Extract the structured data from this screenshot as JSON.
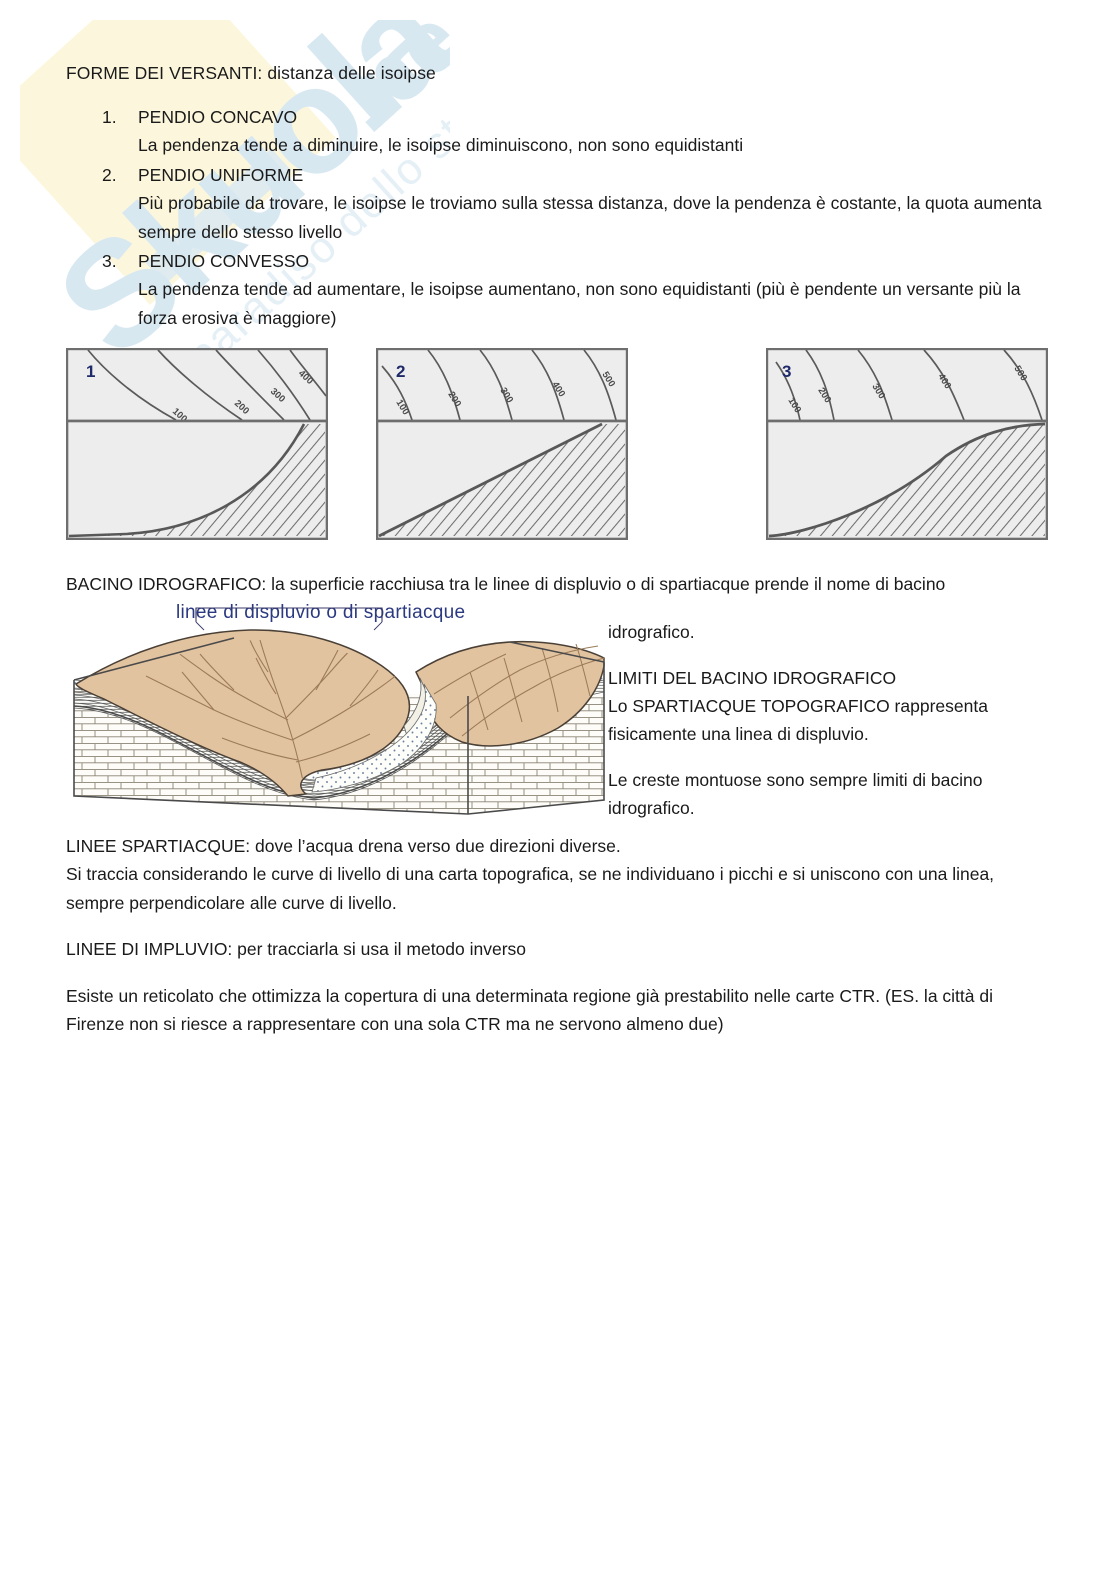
{
  "document": {
    "heading": "FORME DEI VERSANTI: distanza delle isoipse",
    "slope_list": [
      {
        "number": "1.",
        "title": "PENDIO CONCAVO",
        "body": "La pendenza tende a diminuire, le isoipse diminuiscono, non sono equidistanti"
      },
      {
        "number": "2.",
        "title": "PENDIO UNIFORME",
        "body": "Più probabile da trovare, le isoipse le troviamo sulla stessa distanza, dove la pendenza è costante, la quota aumenta sempre dello stesso livello"
      },
      {
        "number": "3.",
        "title": "PENDIO CONVESSO",
        "body": "La pendenza tende ad aumentare, le isoipse aumentano, non sono equidistanti (più è pendente un versante più la forza erosiva è maggiore)"
      }
    ],
    "figures": [
      {
        "label": "1",
        "caption_kind": "concave-slope",
        "contour_spacing": "decreasing",
        "profile": "concave"
      },
      {
        "label": "2",
        "caption_kind": "uniform-slope",
        "contour_spacing": "equidistant",
        "profile": "straight"
      },
      {
        "label": "3",
        "caption_kind": "convex-slope",
        "contour_spacing": "increasing",
        "profile": "convex"
      }
    ],
    "figure_contour_labels": [
      "100",
      "200",
      "300",
      "400",
      "500"
    ],
    "bacino_intro": "BACINO IDROGRAFICO: la superficie racchiusa tra le linee di displuvio o di spartiacque prende il nome di bacino",
    "block_diagram": {
      "bracket_label": "linee di displuvio o di spartiacque",
      "basin_surface_color": "#e2c3a0",
      "rock_line_color": "#3a3a3a"
    },
    "side_text": {
      "line1": "idrografico.",
      "para2_line1": "LIMITI DEL BACINO IDROGRAFICO",
      "para2_line2": "Lo SPARTIACQUE TOPOGRAFICO rappresenta",
      "para2_line3": "fisicamente una linea di displuvio.",
      "para3_line1": "Le creste montuose sono sempre limiti di bacino",
      "para3_line2": "idrografico."
    },
    "tail_paragraphs": [
      "LINEE SPARTIACQUE: dove l’acqua drena verso due direzioni diverse.",
      "Si traccia considerando le curve di livello di una carta topografica, se ne individuano i picchi e si uniscono con una linea, sempre perpendicolare alle curve di livello.",
      "LINEE DI IMPLUVIO: per tracciarla si usa il metodo inverso",
      "Esiste un reticolato che ottimizza la copertura di una determinata regione già prestabilito nelle carte CTR. (ES. la città di Firenze non si riesce a rappresentare con una sola CTR ma ne servono almeno due)"
    ]
  },
  "watermark": {
    "brand": "Skuola.net",
    "tagline": "il paradiso dello studente",
    "color_blue": "#bcd8e8",
    "color_yellow": "#fbf2c0"
  },
  "colors": {
    "text": "#1a1a1a",
    "figure_number": "#1f2a6b",
    "bracket_label": "#2b3a80",
    "figure_fill": "#eeeeee",
    "figure_stroke": "#6b6b6b"
  }
}
